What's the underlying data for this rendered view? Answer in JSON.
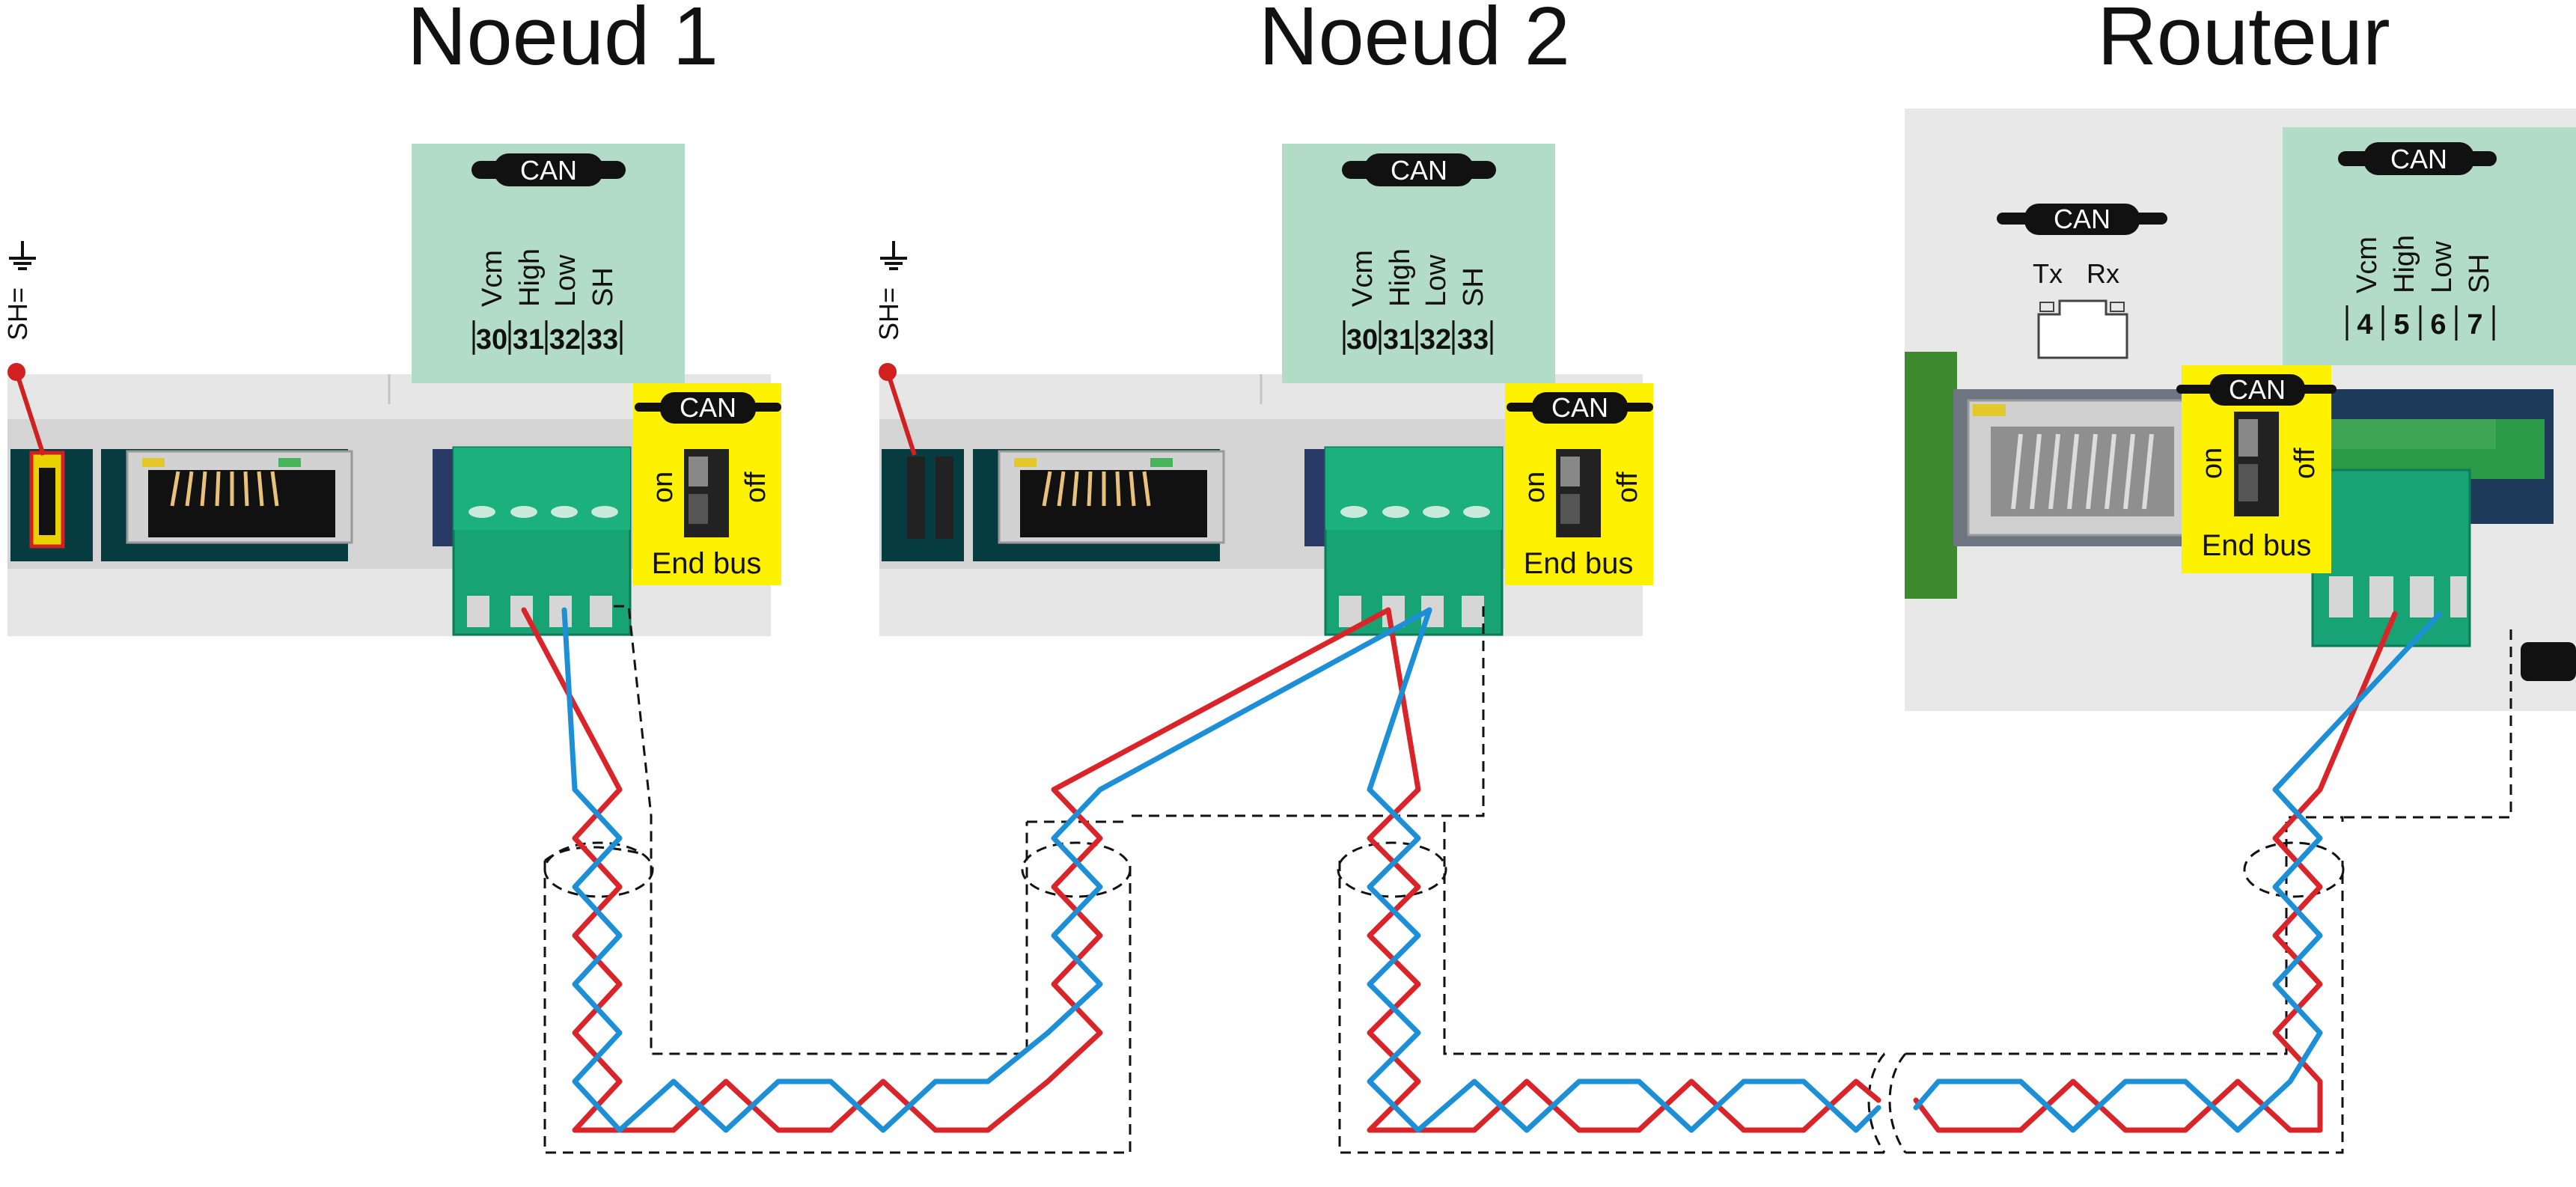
{
  "titles": {
    "node1": "Noeud 1",
    "node2": "Noeud 2",
    "router": "Routeur"
  },
  "can_label": "CAN",
  "shield_ground_label": "SH=",
  "node_pins": {
    "names": [
      "Vcm",
      "High",
      "Low",
      "SH"
    ],
    "numbers": [
      "30",
      "31",
      "32",
      "33"
    ]
  },
  "router_pins": {
    "names": [
      "Vcm",
      "High",
      "Low",
      "SH"
    ],
    "numbers": [
      "4",
      "5",
      "6",
      "7"
    ]
  },
  "switch": {
    "on": "on",
    "off": "off",
    "label": "End bus"
  },
  "rj45_labels": {
    "tx": "Tx",
    "rx": "Rx"
  },
  "colors": {
    "can_high": "#d9252a",
    "can_low": "#1c8fd6",
    "pin_panel": "#b3dcc8",
    "end_bus": "#fff200",
    "terminal": "#17a374"
  }
}
